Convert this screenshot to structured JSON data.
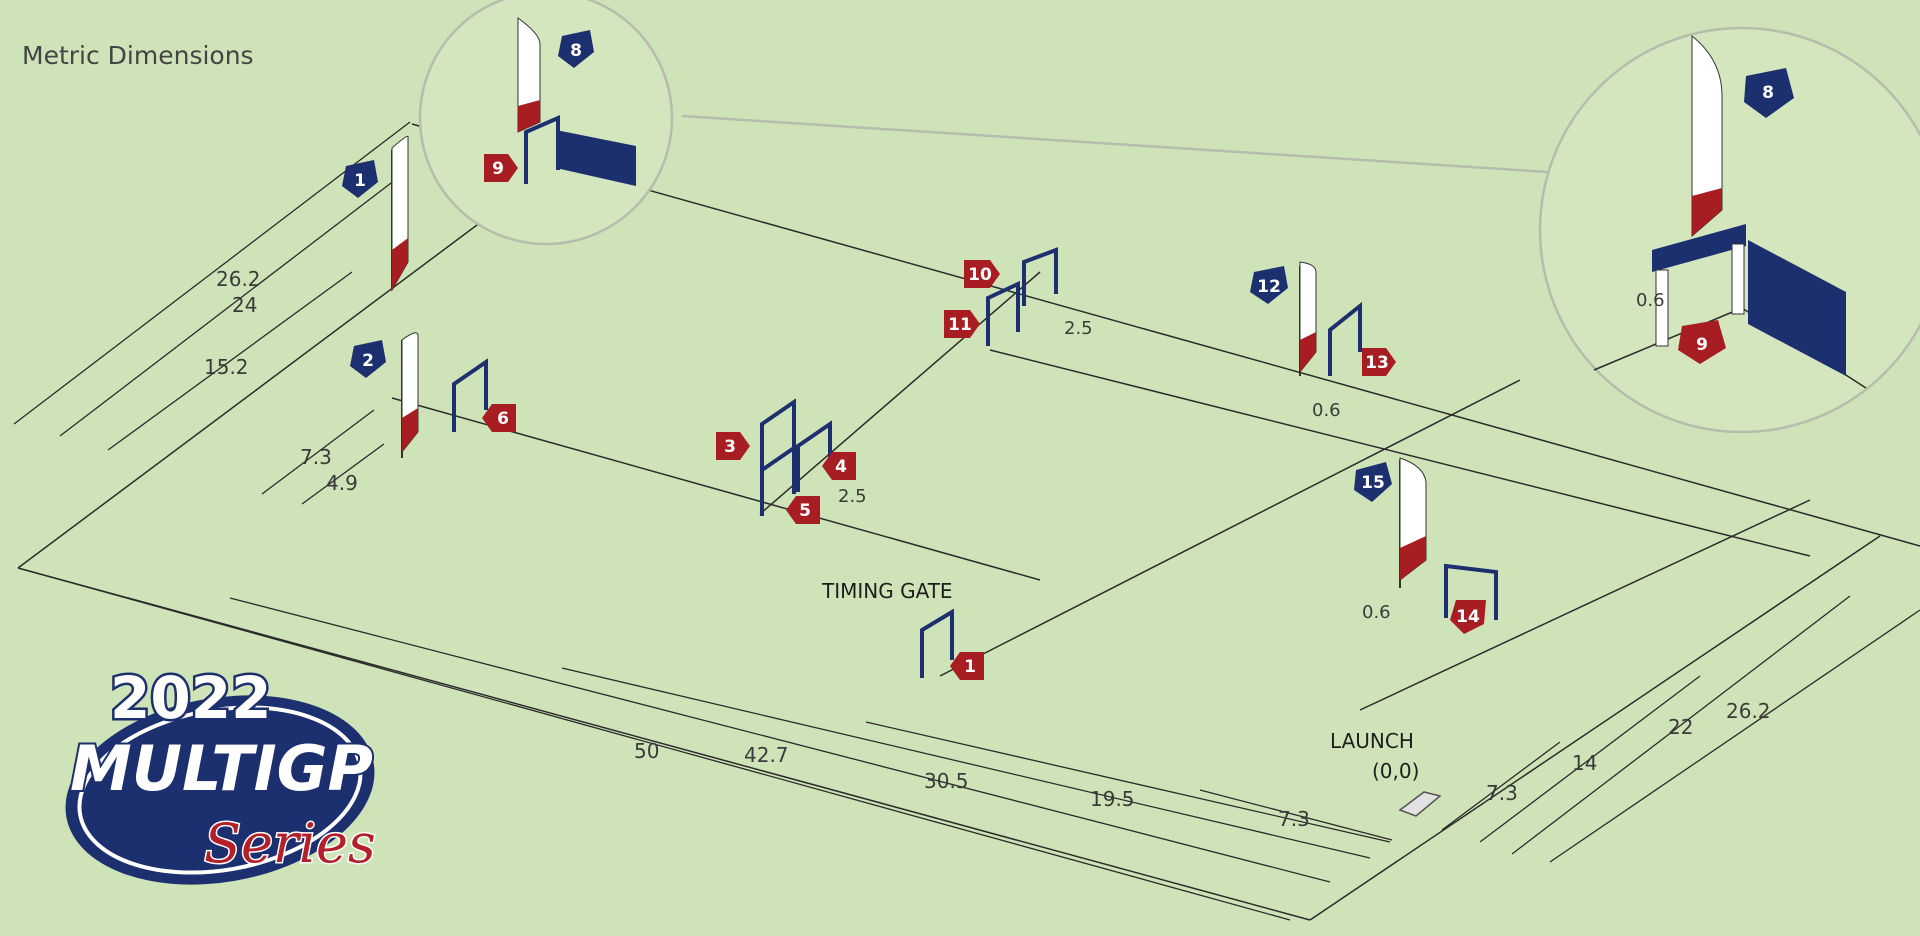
{
  "title": "Metric Dimensions",
  "labels": {
    "timing_gate": "TIMING GATE",
    "launch": "LAUNCH",
    "launch_coords": "(0,0)"
  },
  "dimensions": {
    "d50": "50",
    "d42_7": "42.7",
    "d30_5": "30.5",
    "d19_5": "19.5",
    "d7_3_bottom": "7.3",
    "d26_2_left": "26.2",
    "d24": "24",
    "d15_2": "15.2",
    "d7_3_left": "7.3",
    "d4_9": "4.9",
    "d2_5_a": "2.5",
    "d2_5_b": "2.5",
    "d0_6_a": "0.6",
    "d0_6_b": "0.6",
    "d0_6_inset": "0.6",
    "d7_3_right": "7.3",
    "d14": "14",
    "d22": "22",
    "d26_2_right": "26.2"
  },
  "markers": {
    "m1": "1",
    "m2": "2",
    "m3": "3",
    "m4": "4",
    "m5": "5",
    "m6": "6",
    "m8": "8",
    "m9": "9",
    "m10": "10",
    "m11": "11",
    "m12": "12",
    "m13": "13",
    "m14": "14",
    "m15": "15",
    "m1_gate": "1",
    "m8_inset": "8",
    "m9_inset": "9"
  },
  "logo": {
    "year": "2022",
    "main": "MULTIGP",
    "sub": "Series"
  },
  "colors": {
    "background": "#cfe3b8",
    "marker_red": "#a81d22",
    "marker_blue": "#1c2f6e"
  }
}
